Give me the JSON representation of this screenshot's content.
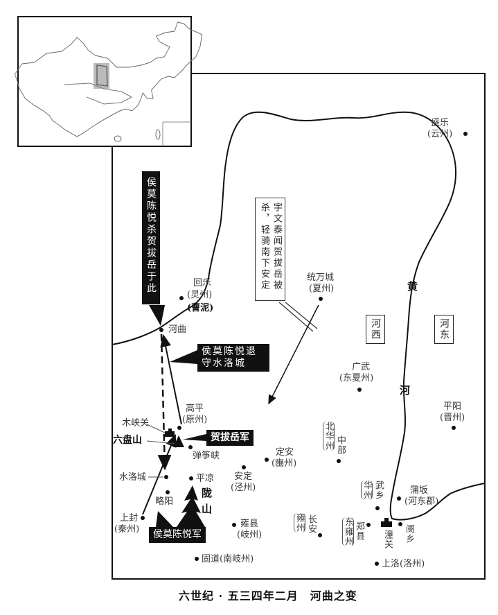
{
  "caption": "六世纪 · 五三四年二月　河曲之变",
  "places": {
    "shengle": "盛乐",
    "yunzhou": "(云州)",
    "tongwancheng": "统万城",
    "xiazhou": "(夏州)",
    "huile": "回乐",
    "lingzhou": "(灵州)",
    "caoni": "(曹泥)",
    "hequ": "河曲",
    "gaoping": "高平",
    "yuanzhou": "(原州)",
    "muxiaguan": "木峡关",
    "liupanshan": "六盘山",
    "tanzhengxia": "弹筝峡",
    "shuiluocheng": "水洛城",
    "pingliang": "平凉",
    "lueyang": "略阳",
    "longshan": "陇山",
    "shangfeng": "上封",
    "qinzhou": "(秦州)",
    "anding": "安定",
    "jingzhou": "(泾州)",
    "dingan": "定安",
    "binzhou": "(豳州)",
    "yongxian": "雍县",
    "qizhou": "(岐州)",
    "gudao": "固道(南岐州)",
    "guangwu": "广武",
    "dongxiazhou": "(东夏州)",
    "beihuazhou": "北华州",
    "zhongbu": "中部",
    "huazhou": "华州",
    "wuxiang": "武乡",
    "yongzhou": "雍州",
    "changan": "长安",
    "dongyongzhou": "东雍州",
    "zhengxian": "郑县",
    "tongguan": "潼关",
    "wenxiang": "阌乡",
    "puban": "蒲坂",
    "hedongjun": "(河东郡)",
    "shangluo": "上洛(洛州)",
    "pingyang": "平阳",
    "jinzhou": "(晋州)",
    "huang": "黄",
    "he": "河",
    "hexi": "河西",
    "hedong": "河东"
  },
  "callouts": {
    "killed_here": "侯莫陈悦杀贺拔岳于此",
    "retreat": "侯莫陈悦退守水洛城",
    "heba_army": "贺拔岳军",
    "houmo_army": "侯莫陈悦军",
    "yuwen": "宇文泰闻贺拔岳被杀，轻骑南下安定"
  }
}
